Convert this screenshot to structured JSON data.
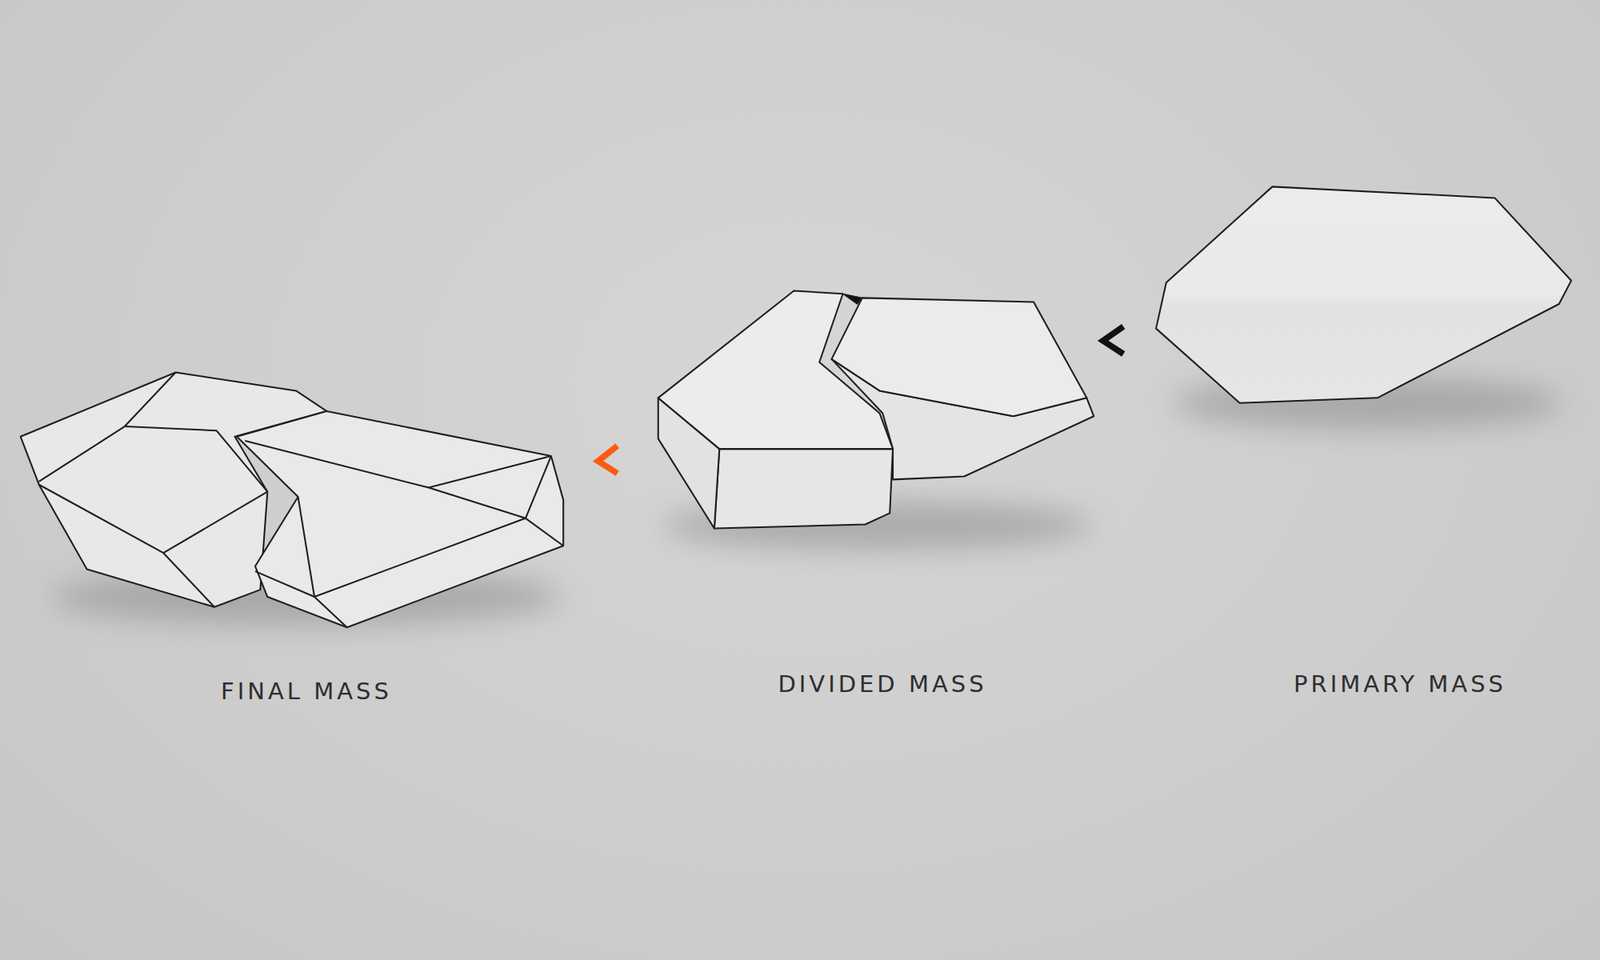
{
  "diagram": {
    "labels": [
      "FINAL MASS",
      "DIVIDED MASS",
      "PRIMARY MASS"
    ]
  }
}
